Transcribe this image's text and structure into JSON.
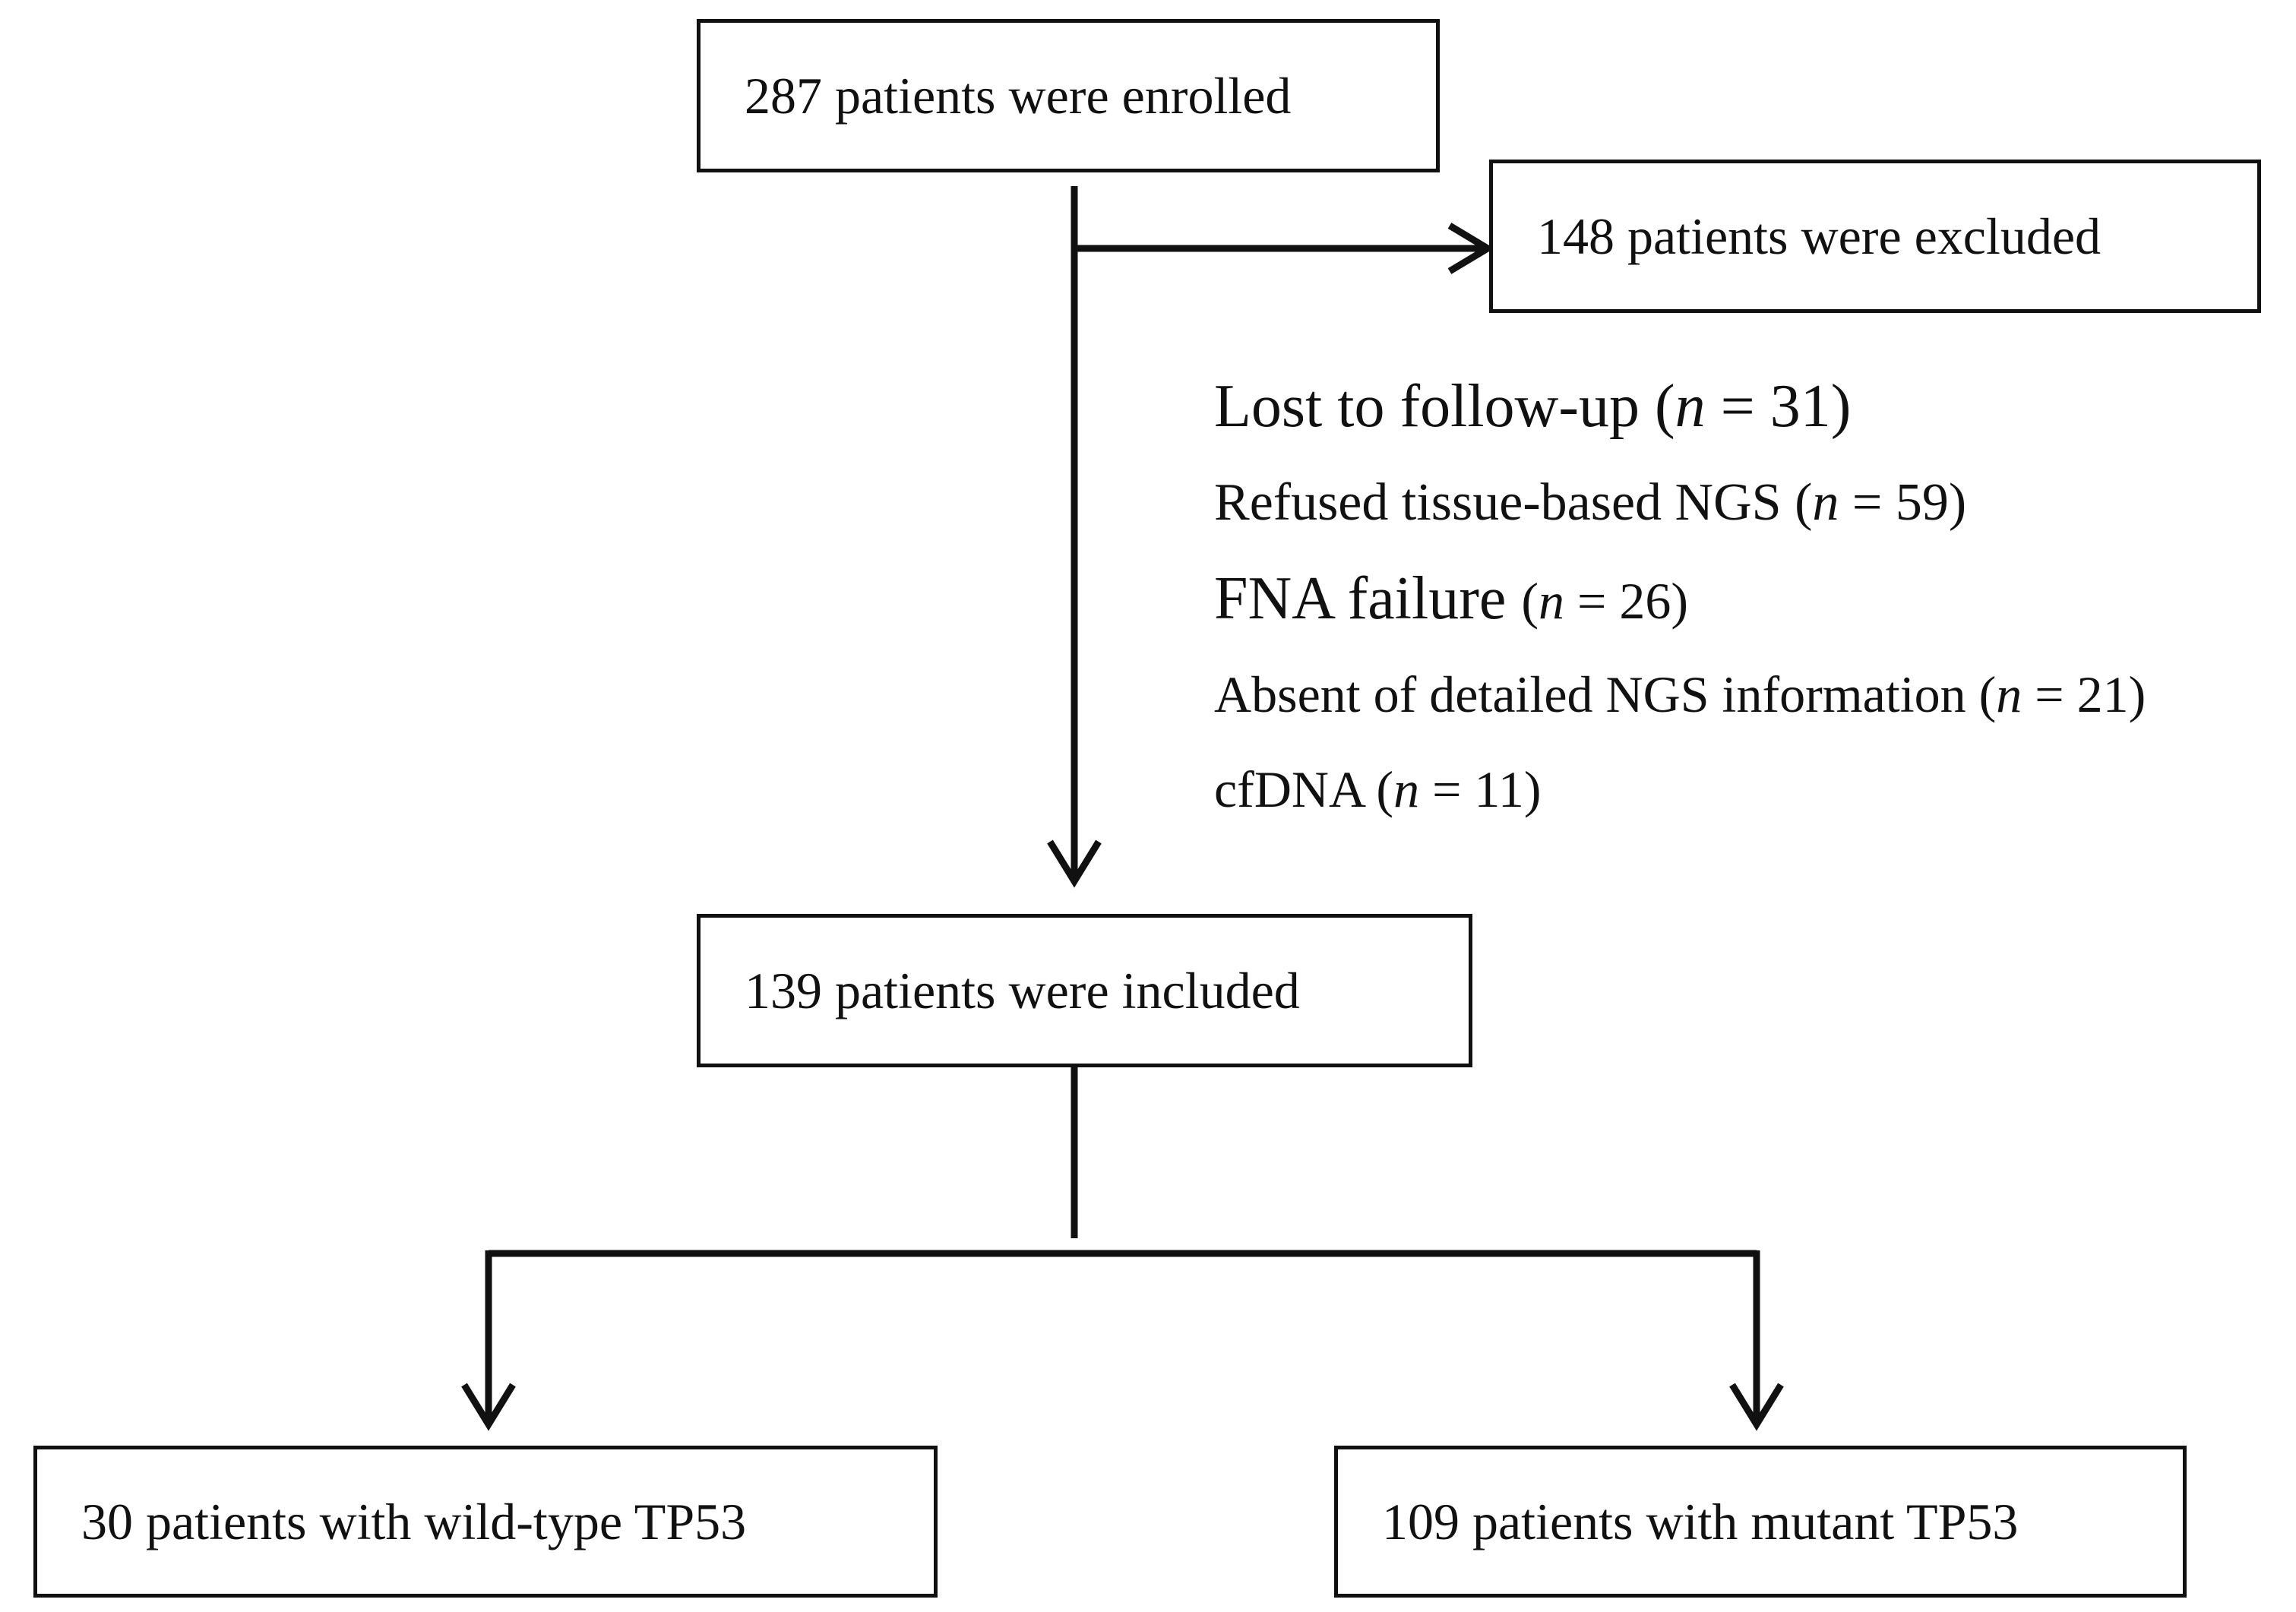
{
  "boxes": {
    "enrolled": "287 patients were enrolled",
    "excluded": "148 patients were excluded",
    "included": "139 patients were included",
    "wild_type": "30 patients with wild-type TP53",
    "mutant": "109 patients with mutant TP53"
  },
  "exclusion_reasons": [
    {
      "label": "Lost to follow-up",
      "n": "31"
    },
    {
      "label": "Refused tissue-based NGS",
      "n": "59"
    },
    {
      "label": "FNA failure",
      "n": "26"
    },
    {
      "label": "Absent of detailed NGS information",
      "n": "21"
    },
    {
      "label": "cfDNA",
      "n": "11"
    }
  ],
  "n_symbol": "n",
  "equals": " = "
}
